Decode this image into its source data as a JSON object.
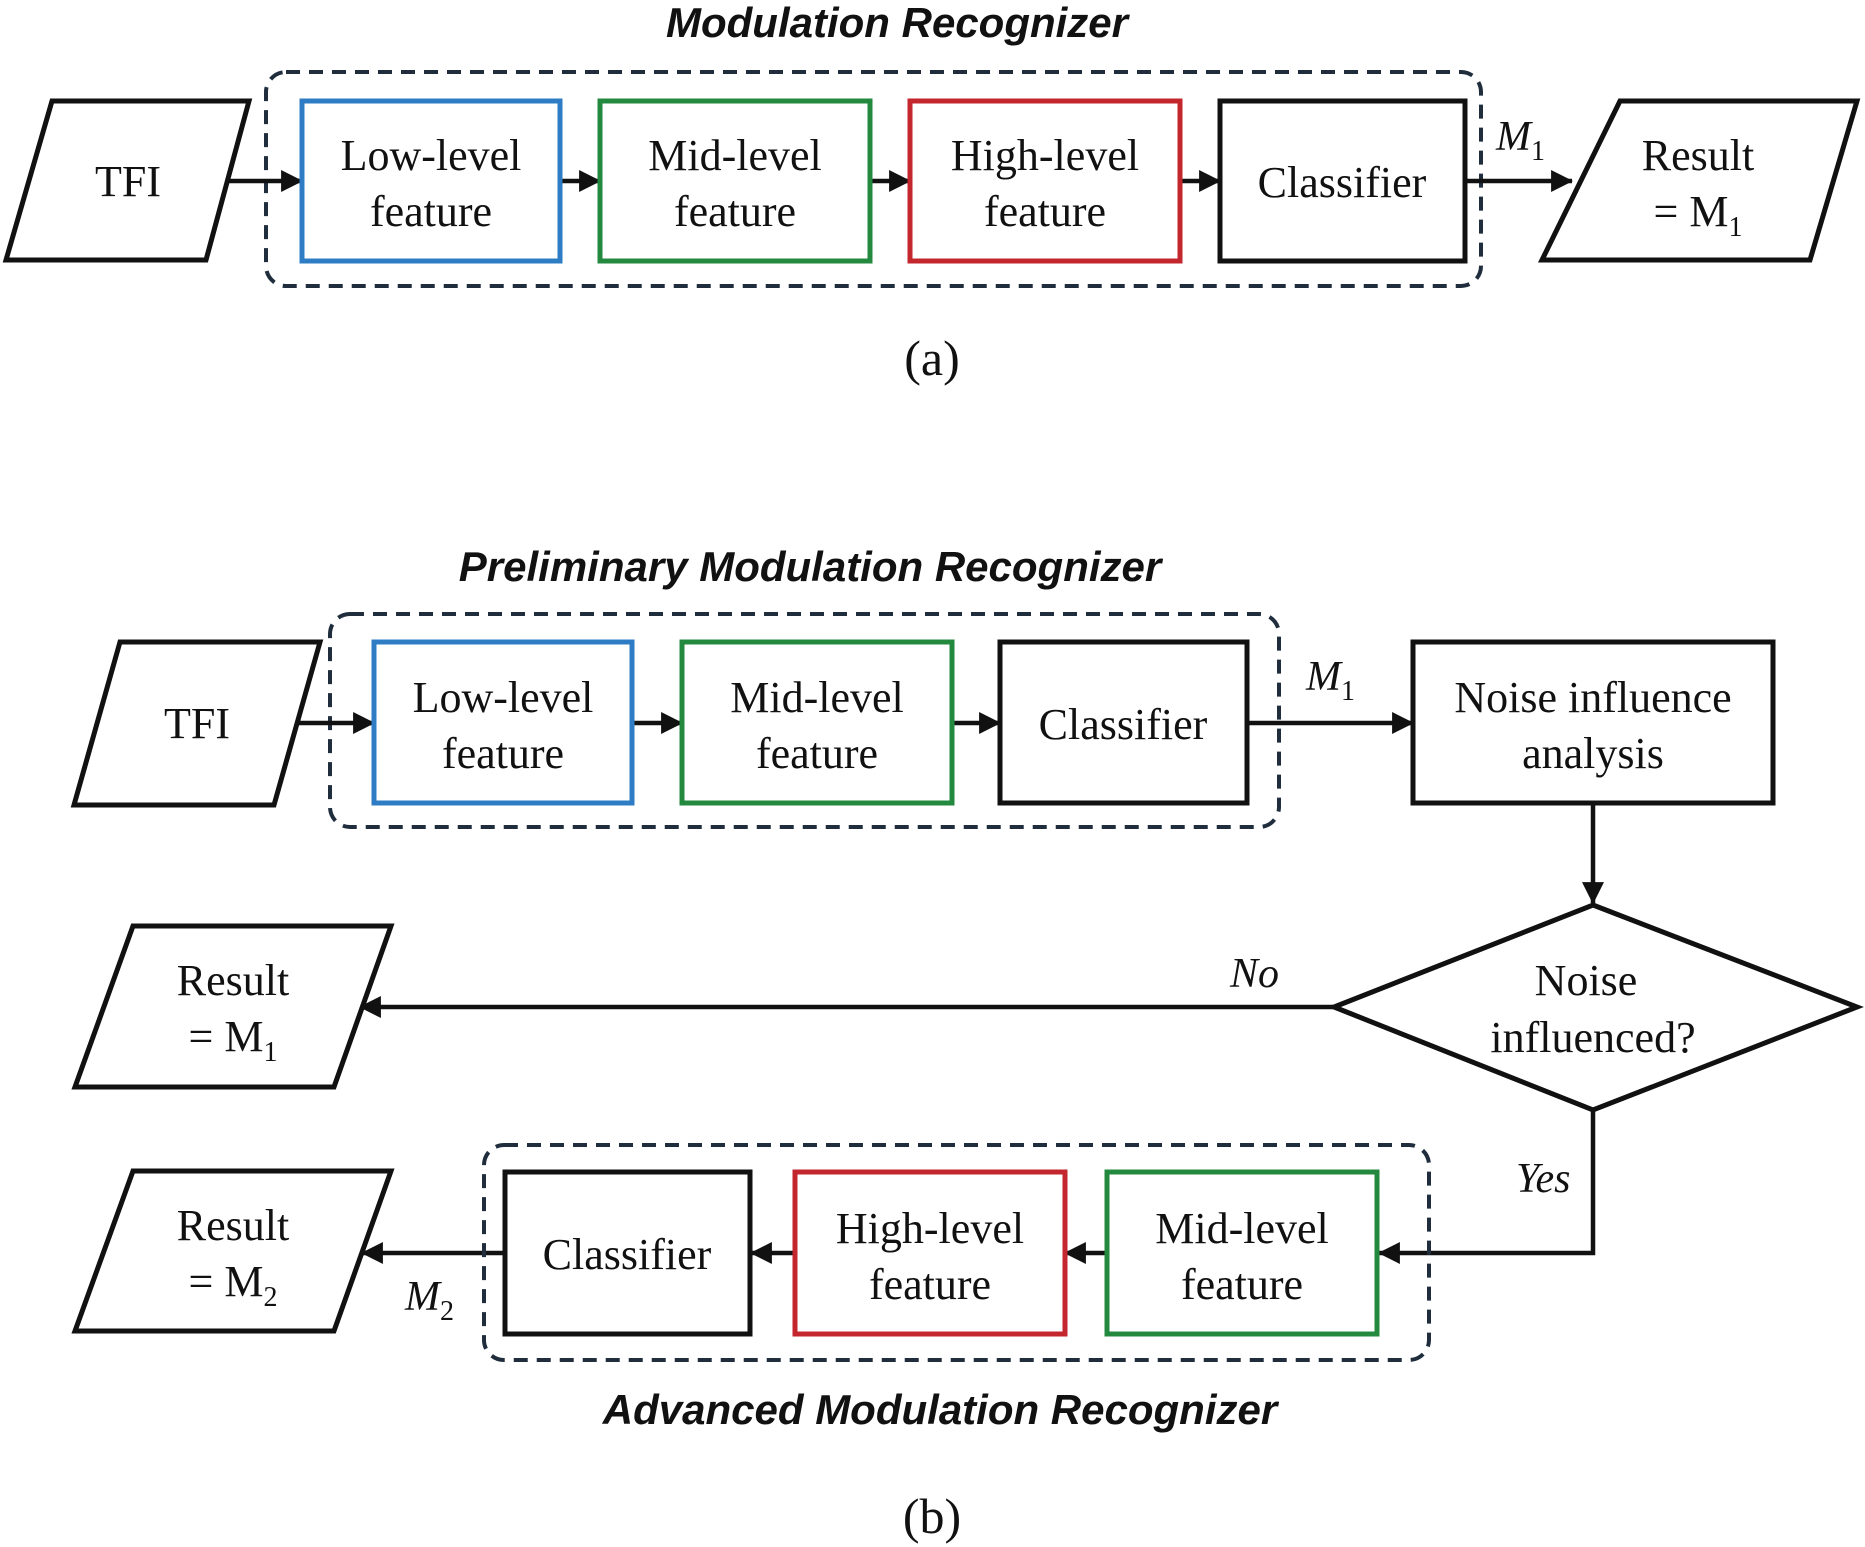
{
  "palette": {
    "low_level": "#2e7cc4",
    "mid_level": "#23893f",
    "high_level": "#c4262e",
    "neutral": "#111111",
    "group_border": "#1f2d3d"
  },
  "panel_a": {
    "group_title": "Modulation Recognizer",
    "tfi": "TFI",
    "low": [
      "Low-level",
      "feature"
    ],
    "mid": [
      "Mid-level",
      "feature"
    ],
    "high": [
      "High-level",
      "feature"
    ],
    "classifier": "Classifier",
    "result": [
      "Result",
      "= M",
      "1"
    ],
    "edge_m1": [
      "M",
      "1"
    ],
    "caption": "(a)"
  },
  "panel_b": {
    "prelim_title": "Preliminary Modulation Recognizer",
    "tfi": "TFI",
    "low": [
      "Low-level",
      "feature"
    ],
    "mid": [
      "Mid-level",
      "feature"
    ],
    "classifier": "Classifier",
    "edge_m1": [
      "M",
      "1"
    ],
    "noise_analysis": [
      "Noise influence",
      "analysis"
    ],
    "decision": [
      "Noise",
      "influenced?"
    ],
    "no_label": "No",
    "yes_label": "Yes",
    "result1": [
      "Result",
      "= M",
      "1"
    ],
    "adv_mid": [
      "Mid-level",
      "feature"
    ],
    "adv_high": [
      "High-level",
      "feature"
    ],
    "adv_classifier": "Classifier",
    "edge_m2": [
      "M",
      "2"
    ],
    "result2": [
      "Result",
      "= M",
      "2"
    ],
    "advanced_title": "Advanced Modulation Recognizer",
    "caption": "(b)"
  }
}
